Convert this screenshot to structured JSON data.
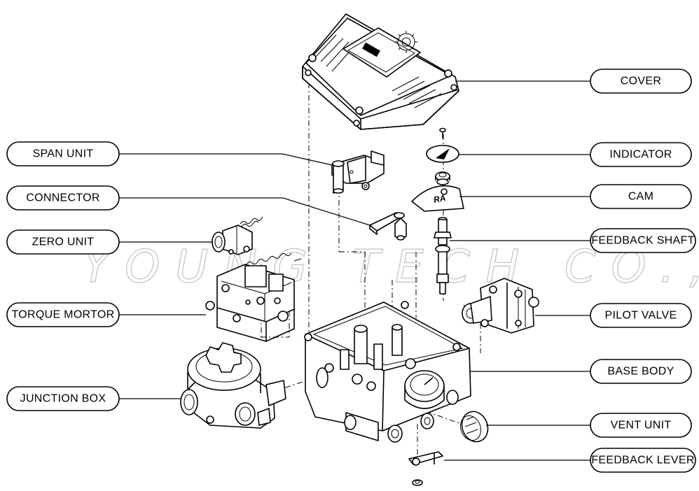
{
  "watermark": "YOUNG TECH CO.,LTD",
  "labels": {
    "cover": "COVER",
    "indicator": "INDICATOR",
    "cam": "CAM",
    "feedback_shaft": "FEEDBACK SHAFT",
    "pilot_valve": "PILOT VALVE",
    "base_body": "BASE BODY",
    "vent_unit": "VENT UNIT",
    "feedback_lever": "FEEDBACK LEVER",
    "span_unit": "SPAN UNIT",
    "connector": "CONNECTOR",
    "zero_unit": "ZERO UNIT",
    "torque_mortor": "TORQUE MORTOR",
    "junction_box": "JUNCTION BOX"
  },
  "cam_marking": "RA"
}
